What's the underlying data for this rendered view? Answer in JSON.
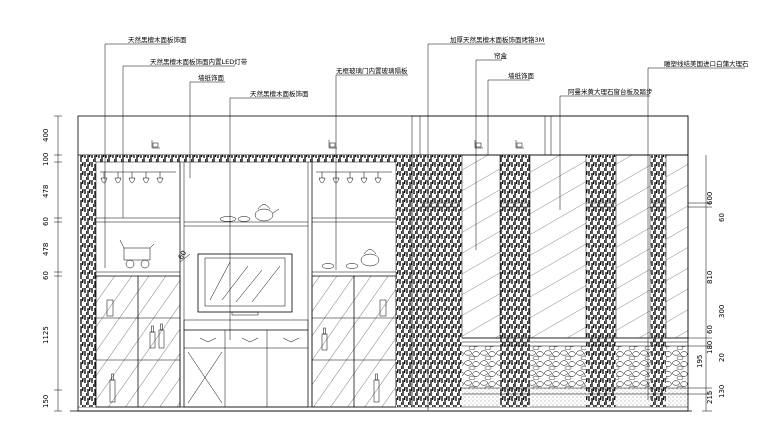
{
  "annotations": [
    {
      "id": "a1",
      "text": "天然黑檀木面板饰面"
    },
    {
      "id": "a2",
      "text": "天然黑檀木面板饰面内置LED灯带"
    },
    {
      "id": "a3",
      "text": "墙纸饰面"
    },
    {
      "id": "a4",
      "text": "天然黑檀木面板饰面"
    },
    {
      "id": "a5",
      "text": "无框玻璃门内置玻璃隔板"
    },
    {
      "id": "a6",
      "text": "加厚天然黑檀木面板饰面烤铬3M"
    },
    {
      "id": "a7",
      "text": "帘盒"
    },
    {
      "id": "a8",
      "text": "墙纸饰面"
    },
    {
      "id": "a9",
      "text": "阿曼米黄大理石窗台板及踏步"
    },
    {
      "id": "a10",
      "text": "雕塑线结美国进口白蒲大理石"
    }
  ],
  "dimensions_left": [
    "400",
    "100",
    "478",
    "60",
    "478",
    "60",
    "1125",
    "150"
  ],
  "dimensions_right": [
    "600",
    "60",
    "810",
    "300",
    "60",
    "180",
    "195",
    "20",
    "215",
    "130"
  ],
  "small_marks": {
    "cabinet_dim": "60"
  }
}
